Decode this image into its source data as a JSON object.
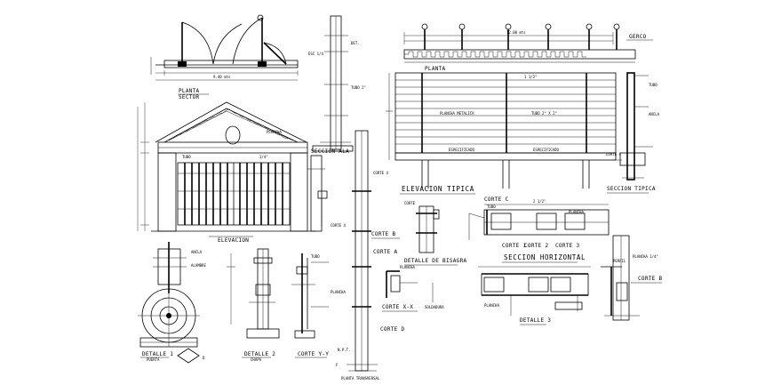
{
  "labels": {
    "planta_sector_1": "PLANTA",
    "planta_sector_2": "SECTOR",
    "planta": "PLANTA",
    "gerco": "GERCO",
    "elevacion": "ELEVACION",
    "elevacion_tipica": "ELEVACION TIPICA",
    "seccion_tipica": "SECCION TIPICA",
    "corte_1": "CORTE 1",
    "corte_2": "CORTE 2",
    "corte_3": "CORTE 3",
    "corte_a": "CORTE A",
    "corte_b_left": "CORTE B",
    "corte_b_right": "CORTE B",
    "corte_c": "CORTE C",
    "corte_d": "CORTE D",
    "corte_x": "CORTE X-X",
    "corte_y": "CORTE Y-Y",
    "detalle_bisagra": "DETALLE DE BISAGRA",
    "seccion_horizontal": "SECCION HORIZONTAL",
    "detalle_3": "DETALLE 3",
    "detalle_1": "DETALLE 1",
    "puerta": "PUERTA",
    "detalle_2": "DETALLE 2",
    "chapa": "CHAPA",
    "seccion_ala": "SECCION ALA",
    "planta_transversal": "PLANTA TRANSVERSAL"
  }
}
